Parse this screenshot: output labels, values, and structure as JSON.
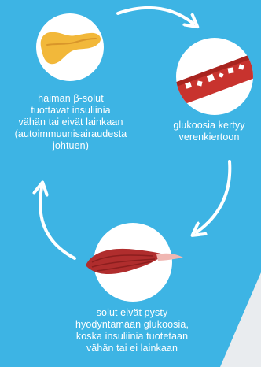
{
  "colors": {
    "background": "#3db4e4",
    "text": "#ffffff",
    "arrow": "#ffffff",
    "pancreas": "#f2b83a",
    "vessel": "#c8332e",
    "muscle": "#b02d2d",
    "tendon": "#f0b7b2"
  },
  "steps": [
    {
      "icon": "pancreas-icon",
      "caption_lines": [
        "haiman β-solut",
        "tuottavat insuliinia",
        "vähän tai eivät lainkaan",
        "(autoimmuunisairaudesta",
        "johtuen)"
      ]
    },
    {
      "icon": "blood-vessel-glucose-icon",
      "caption_lines": [
        "glukoosia kertyy",
        "verenkiertoon"
      ]
    },
    {
      "icon": "muscle-icon",
      "caption_lines": [
        "solut eivät pysty",
        "hyödyntämään glukoosia,",
        "koska insuliinia tuotetaan",
        "vähän tai ei lainkaan"
      ]
    }
  ],
  "arrows": [
    "arrow-pancreas-to-vessel",
    "arrow-vessel-to-muscle",
    "arrow-muscle-to-pancreas"
  ]
}
